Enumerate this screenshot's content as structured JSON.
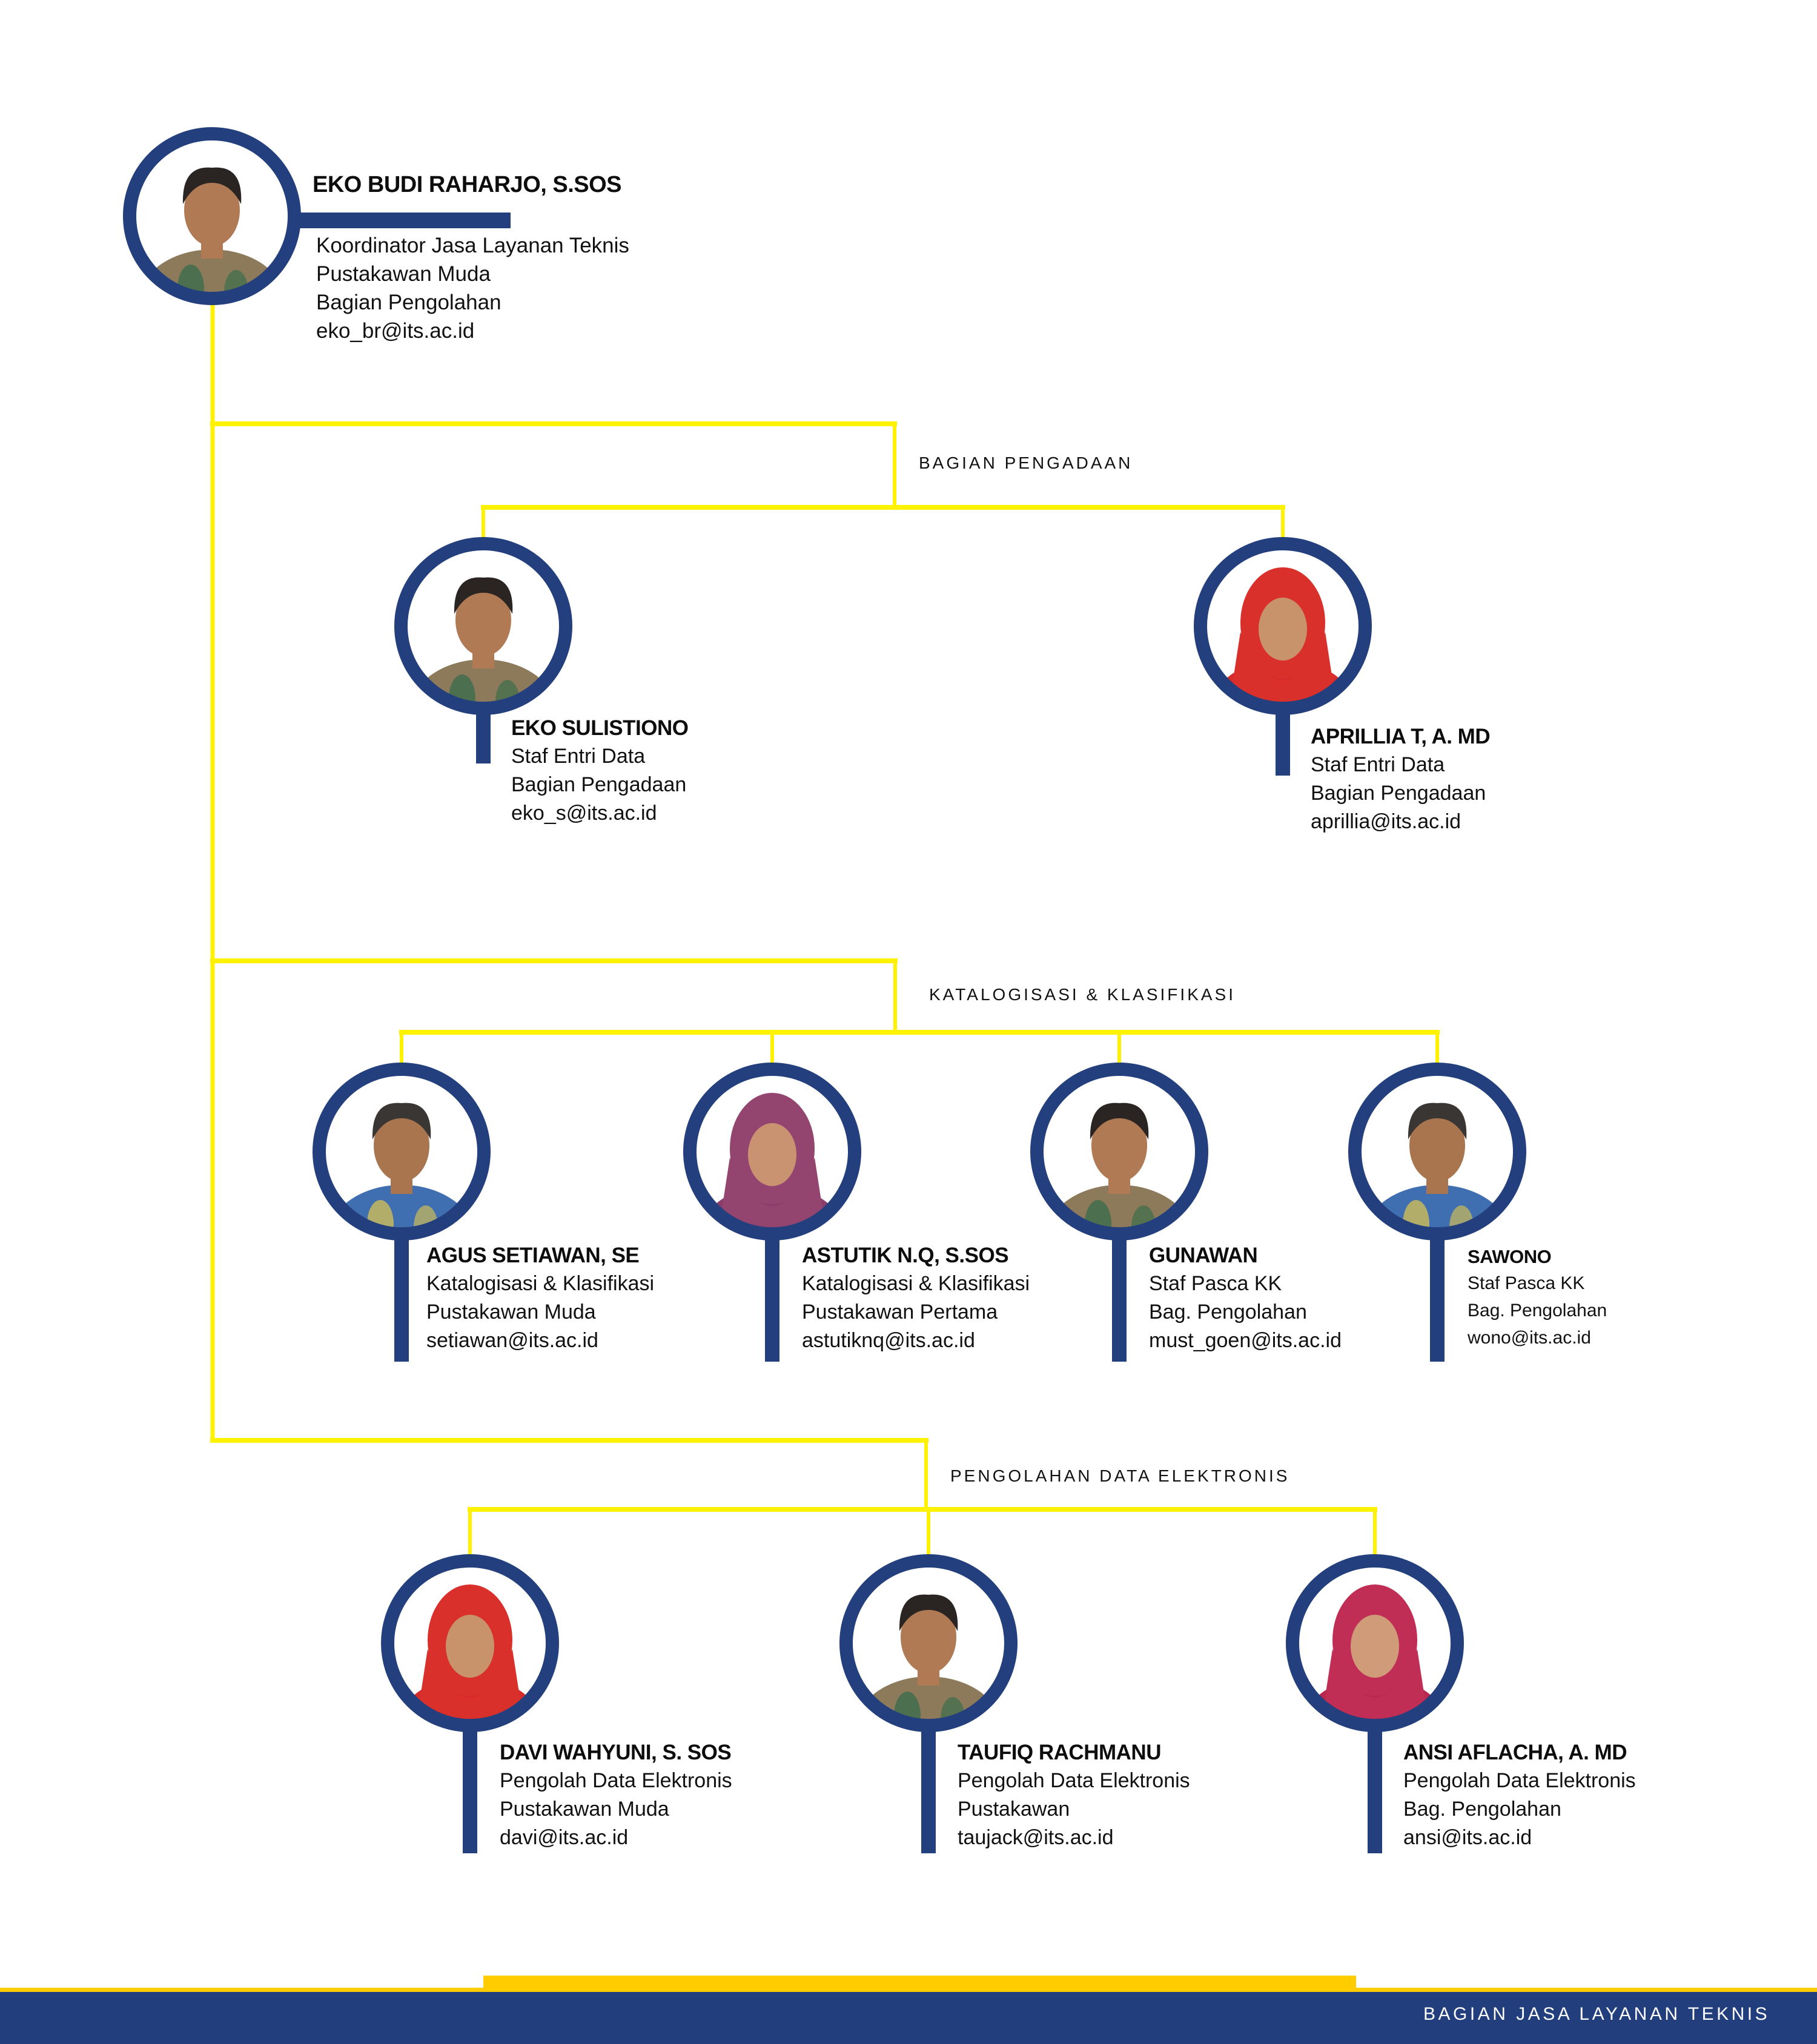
{
  "colors": {
    "ring": "#233f7d",
    "connector": "#fff200",
    "footer_accent": "#ffcc00",
    "footer_bg": "#223e7c"
  },
  "coordinator": {
    "name": "EKO BUDI RAHARJO, S.SOS",
    "lines": [
      "Koordinator Jasa Layanan Teknis",
      "Pustakawan Muda",
      "Bagian Pengolahan",
      "eko_br@its.ac.id"
    ],
    "avatar": "photo-man-batik"
  },
  "sections": [
    {
      "label": "BAGIAN PENGADAAN",
      "members": [
        {
          "name": "EKO SULISTIONO",
          "lines": [
            "Staf Entri Data",
            "Bagian Pengadaan",
            "eko_s@its.ac.id"
          ],
          "avatar": "photo-man-batik"
        },
        {
          "name": "APRILLIA T, A. MD",
          "lines": [
            "Staf Entri Data",
            "Bagian Pengadaan",
            "aprillia@its.ac.id"
          ],
          "avatar": "photo-woman-red-hijab"
        }
      ]
    },
    {
      "label": "KATALOGISASI & KLASIFIKASI",
      "members": [
        {
          "name": "AGUS SETIAWAN, SE",
          "lines": [
            "Katalogisasi & Klasifikasi",
            "Pustakawan Muda",
            "setiawan@its.ac.id"
          ],
          "avatar": "photo-man-blue-batik"
        },
        {
          "name": "ASTUTIK N.Q, S.SOS",
          "lines": [
            "Katalogisasi & Klasifikasi",
            "Pustakawan Pertama",
            "astutiknq@its.ac.id"
          ],
          "avatar": "photo-woman-purple-hijab"
        },
        {
          "name": "GUNAWAN",
          "lines": [
            "Staf Pasca KK",
            "Bag. Pengolahan",
            "must_goen@its.ac.id"
          ],
          "avatar": "photo-man-batik"
        },
        {
          "name": "SAWONO",
          "lines": [
            "Staf Pasca KK",
            "Bag. Pengolahan",
            "wono@its.ac.id"
          ],
          "avatar": "photo-man-blue-batik"
        }
      ]
    },
    {
      "label": "PENGOLAHAN DATA ELEKTRONIS",
      "members": [
        {
          "name": "DAVI WAHYUNI, S. SOS",
          "lines": [
            "Pengolah Data Elektronis",
            "Pustakawan Muda",
            "davi@its.ac.id"
          ],
          "avatar": "photo-woman-red-hijab"
        },
        {
          "name": "TAUFIQ RACHMANU",
          "lines": [
            "Pengolah Data Elektronis",
            "Pustakawan",
            "taujack@its.ac.id"
          ],
          "avatar": "photo-man-batik"
        },
        {
          "name": "ANSI AFLACHA, A. MD",
          "lines": [
            "Pengolah Data Elektronis",
            "Bag. Pengolahan",
            "ansi@its.ac.id"
          ],
          "avatar": "photo-woman-pink-hijab"
        }
      ]
    }
  ],
  "footer": {
    "label": "BAGIAN JASA LAYANAN TEKNIS"
  }
}
